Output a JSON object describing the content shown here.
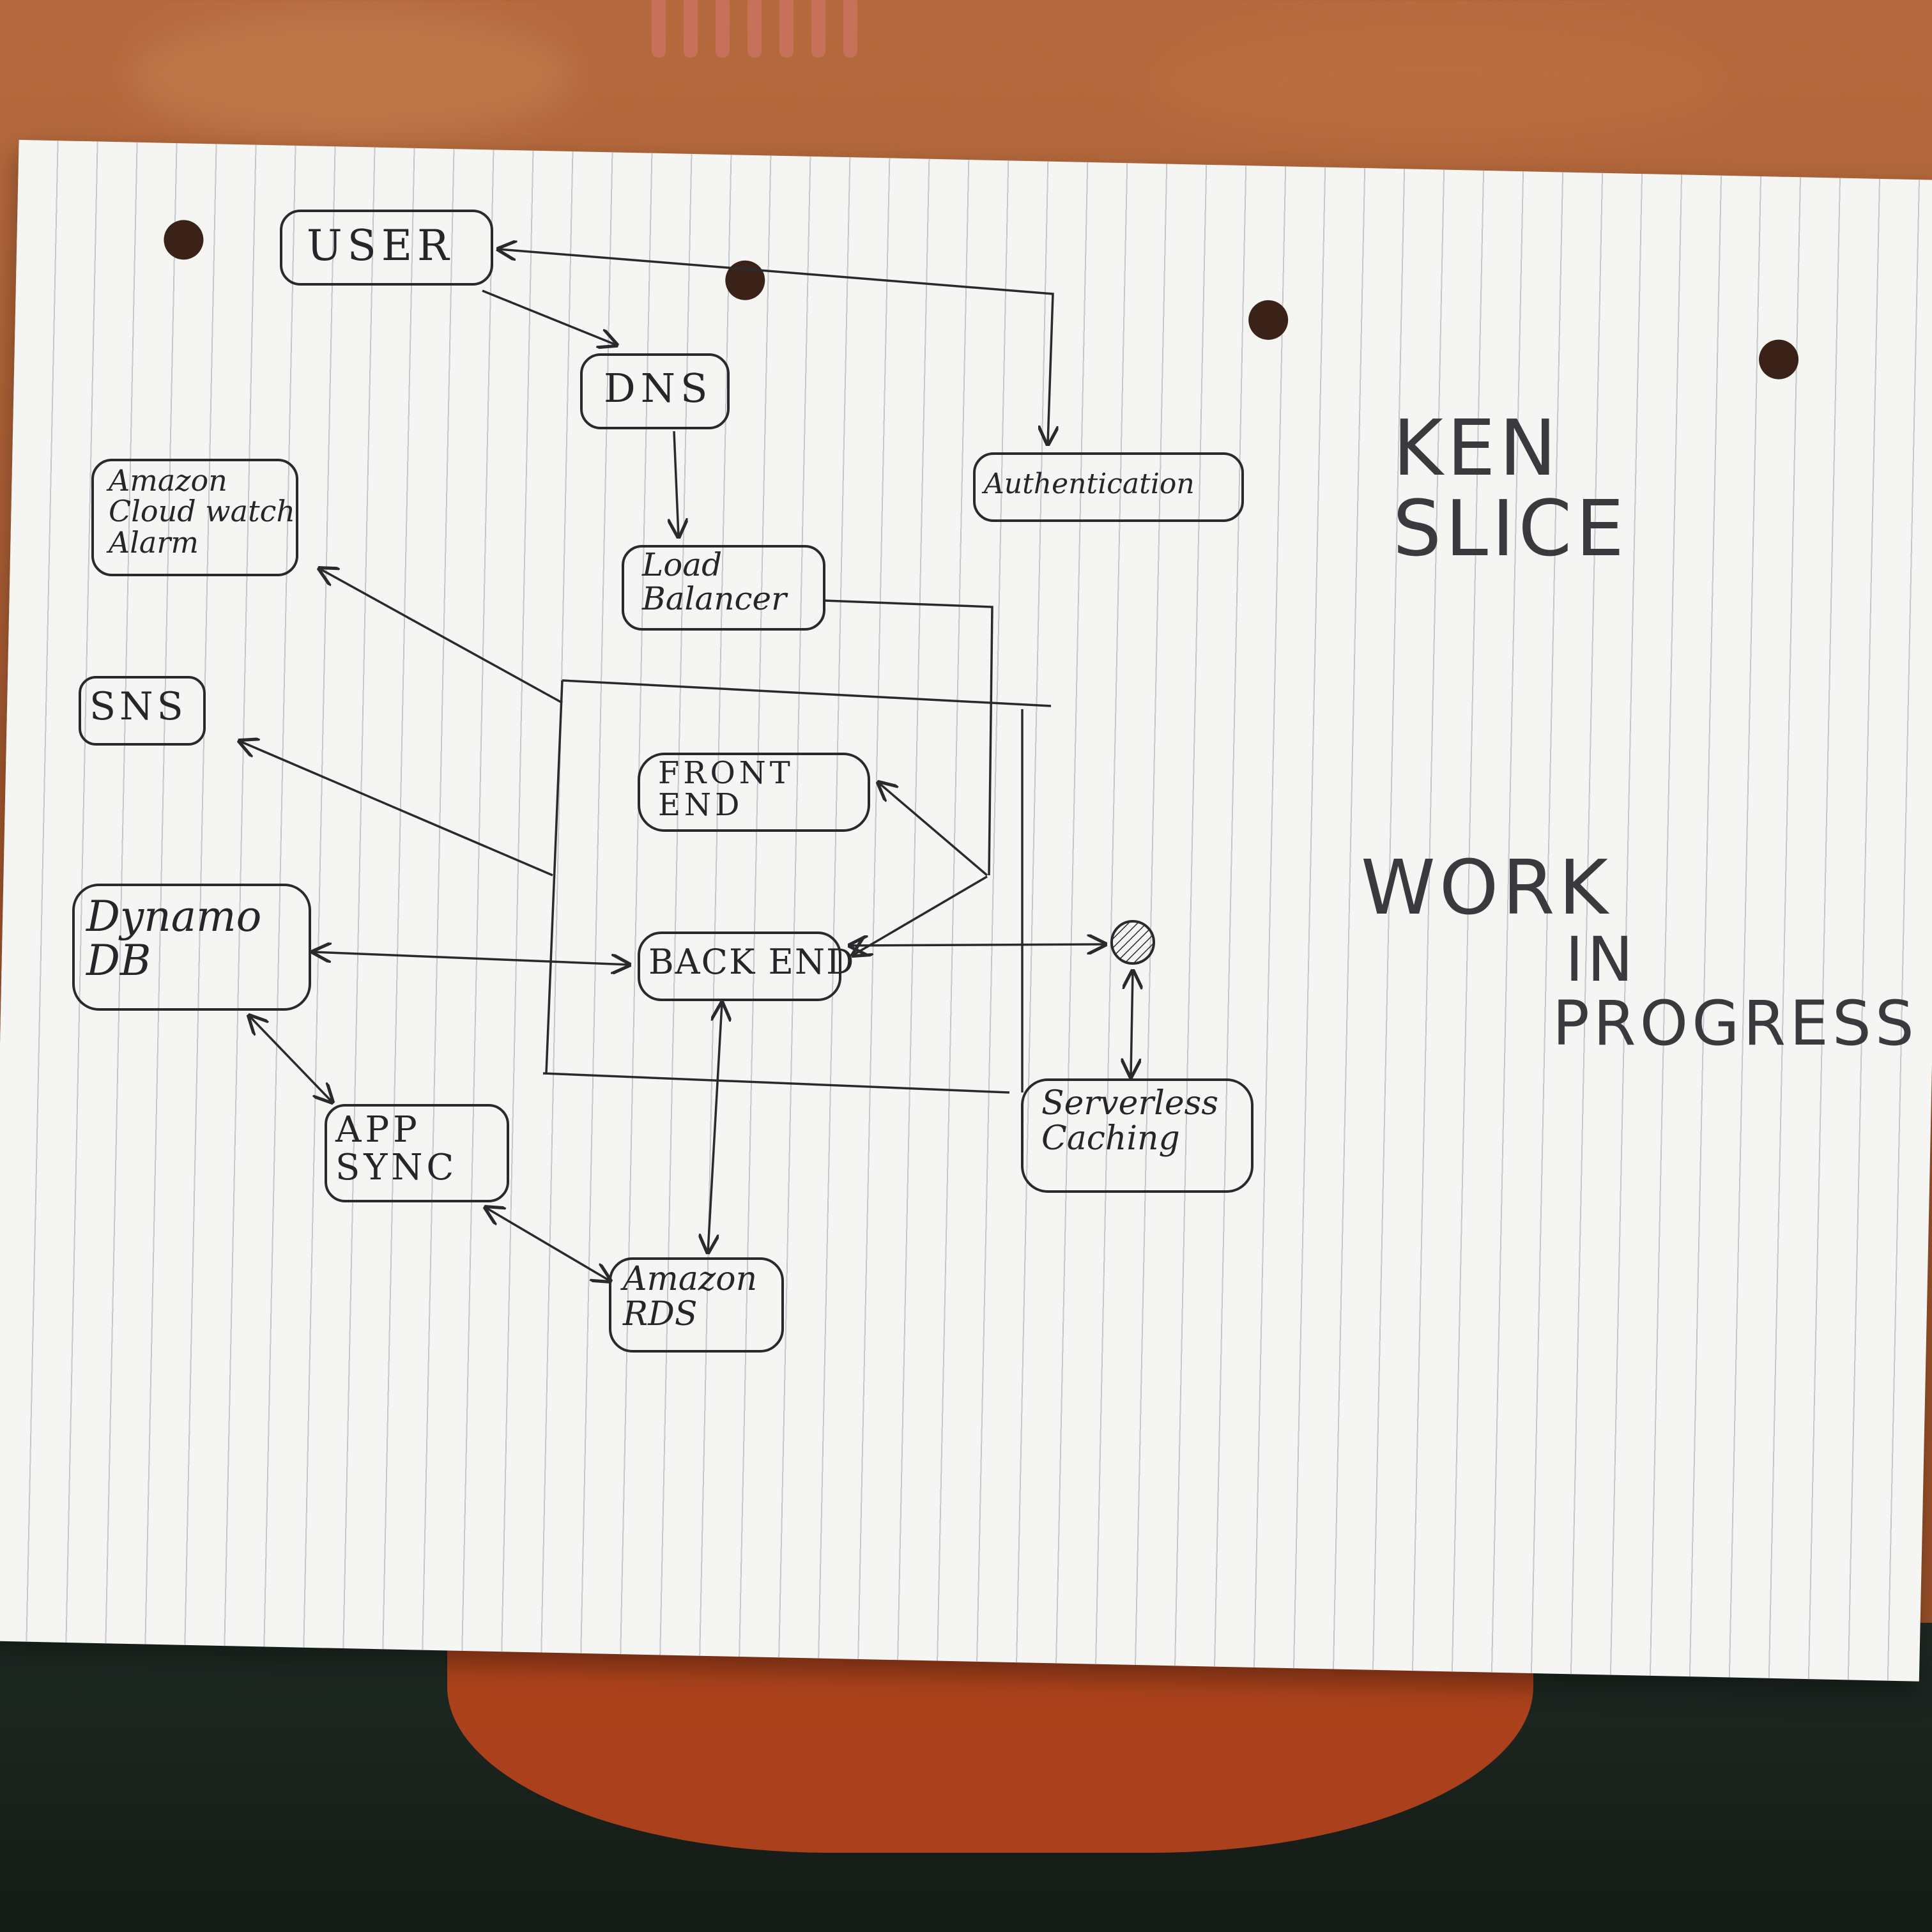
{
  "nodes": {
    "user": "USER",
    "dns": "DNS",
    "authentication": "Authentication",
    "cloudwatch": "Amazon\nCloud watch\nAlarm",
    "load_balancer": "Load\nBalancer",
    "sns": "SNS",
    "front_end": "FRONT\nEND",
    "dynamodb": "Dynamo\nDB",
    "back_end": "BACK END",
    "serverless_caching": "Serverless\nCaching",
    "app_sync": "APP\nSYNC",
    "amazon_rds": "Amazon\nRDS"
  },
  "notes": {
    "author": "KEN\nSLICE",
    "status": "WORK\nIN\nPROGRESS"
  },
  "colors": {
    "ink": "#2a2a2e",
    "paper": "#f5f5f3",
    "table": "#a85a30"
  }
}
